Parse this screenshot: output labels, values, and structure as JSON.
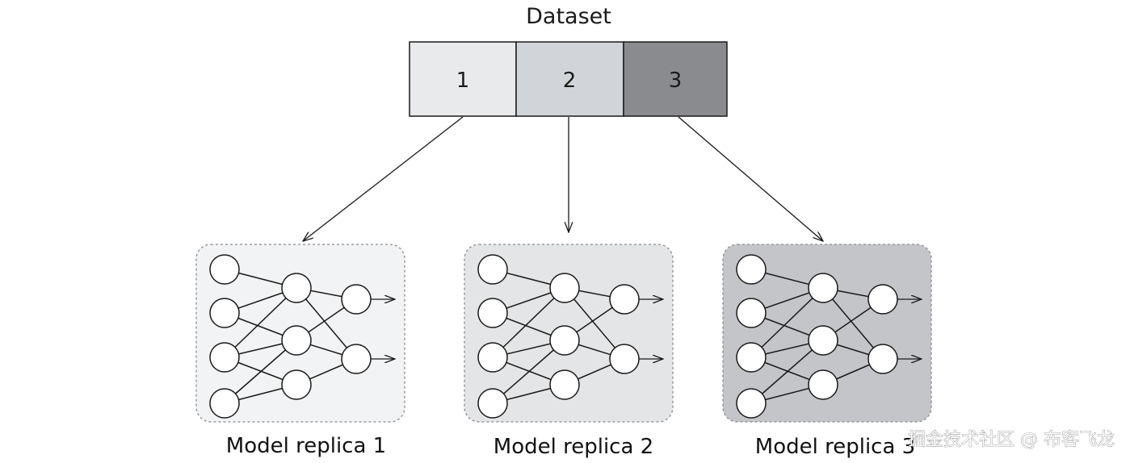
{
  "dataset": {
    "title": "Dataset",
    "segments": [
      {
        "label": "1",
        "color": "#e8eaec"
      },
      {
        "label": "2",
        "color": "#d1d4d8"
      },
      {
        "label": "3",
        "color": "#898b8f"
      }
    ]
  },
  "replicas": [
    {
      "label": "Model replica 1",
      "panel_color": "#f2f3f4"
    },
    {
      "label": "Model replica 2",
      "panel_color": "#e3e5e7"
    },
    {
      "label": "Model replica 3",
      "panel_color": "#c3c5c9"
    }
  ],
  "network": {
    "layers": [
      4,
      3,
      2
    ],
    "outputs": 2
  },
  "watermark": "掘金技术社区 @ 布客飞龙"
}
